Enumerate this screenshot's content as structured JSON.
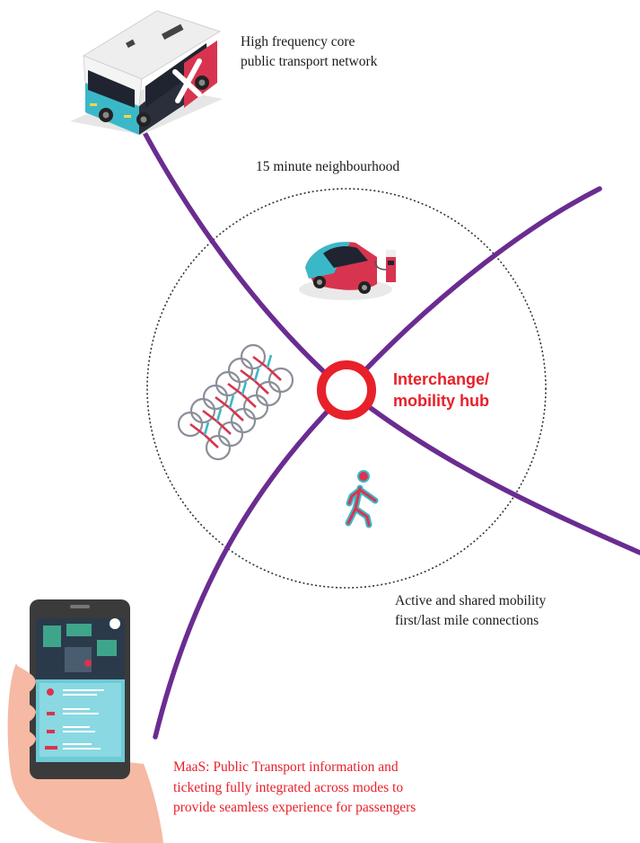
{
  "labels": {
    "core_network": [
      "High frequency core",
      "public transport network"
    ],
    "neighbourhood": "15 minute neighbourhood",
    "hub": [
      "Interchange/",
      "mobility hub"
    ],
    "active_mobility": [
      "Active and shared mobility",
      "first/last mile connections"
    ],
    "maas": [
      "MaaS: Public Transport information and",
      "ticketing fully integrated across modes to",
      "provide seamless experience for passengers"
    ]
  },
  "icons": {
    "bus": "bus-icon",
    "car": "electric-car-icon",
    "charger": "charging-station-icon",
    "bikes": "shared-bikes-icon",
    "walker": "pedestrian-icon",
    "phone": "smartphone-app-icon",
    "hub": "mobility-hub-ring-icon"
  },
  "colors": {
    "route_line": "#6a2c91",
    "hub_red": "#e8202a",
    "maas_text": "#e8202a",
    "accent_teal": "#3bb8c8",
    "accent_pink": "#d8344f",
    "hand_skin": "#f6b9a3",
    "circle_dots": "#333333"
  }
}
